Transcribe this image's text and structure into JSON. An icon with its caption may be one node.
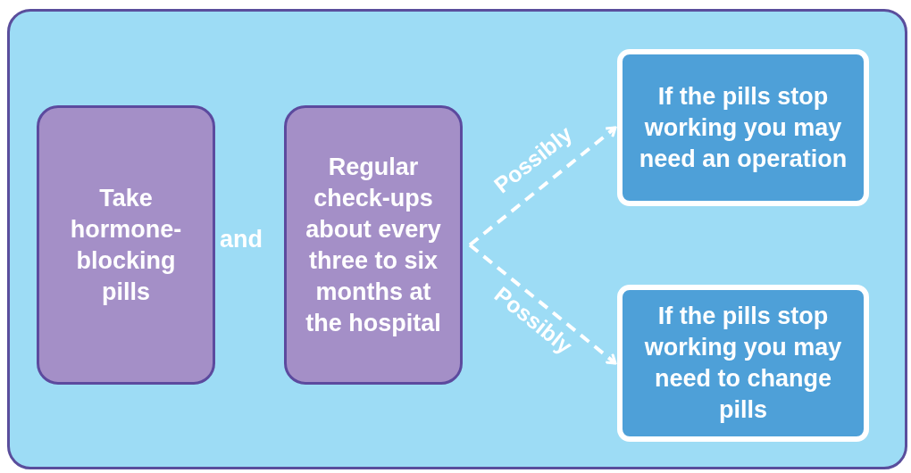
{
  "diagram": {
    "nodes": [
      {
        "text": [],
        "shape": "box"
      },
      {
        "text": [
          "Take hormone-blocking pills"
        ],
        "in": 0
      },
      {
        "text": [
          "Regular check-ups about every three to six months at the hospital"
        ],
        "in": 0
      },
      {
        "text": [
          "If the pills stop working you may need an operation"
        ],
        "in": 0
      },
      {
        "text": [
          "If the pills stop working you may need to change pills"
        ],
        "in": 0
      }
    ],
    "edges": [
      {
        "from": 2,
        "to": 3,
        "arrow": "to",
        "label": "Possibly",
        "style": "dashed"
      },
      {
        "from": 2,
        "to": 4,
        "arrow": "to",
        "label": "Possibly",
        "style": "dashed"
      }
    ],
    "labels": [
      "and"
    ]
  }
}
